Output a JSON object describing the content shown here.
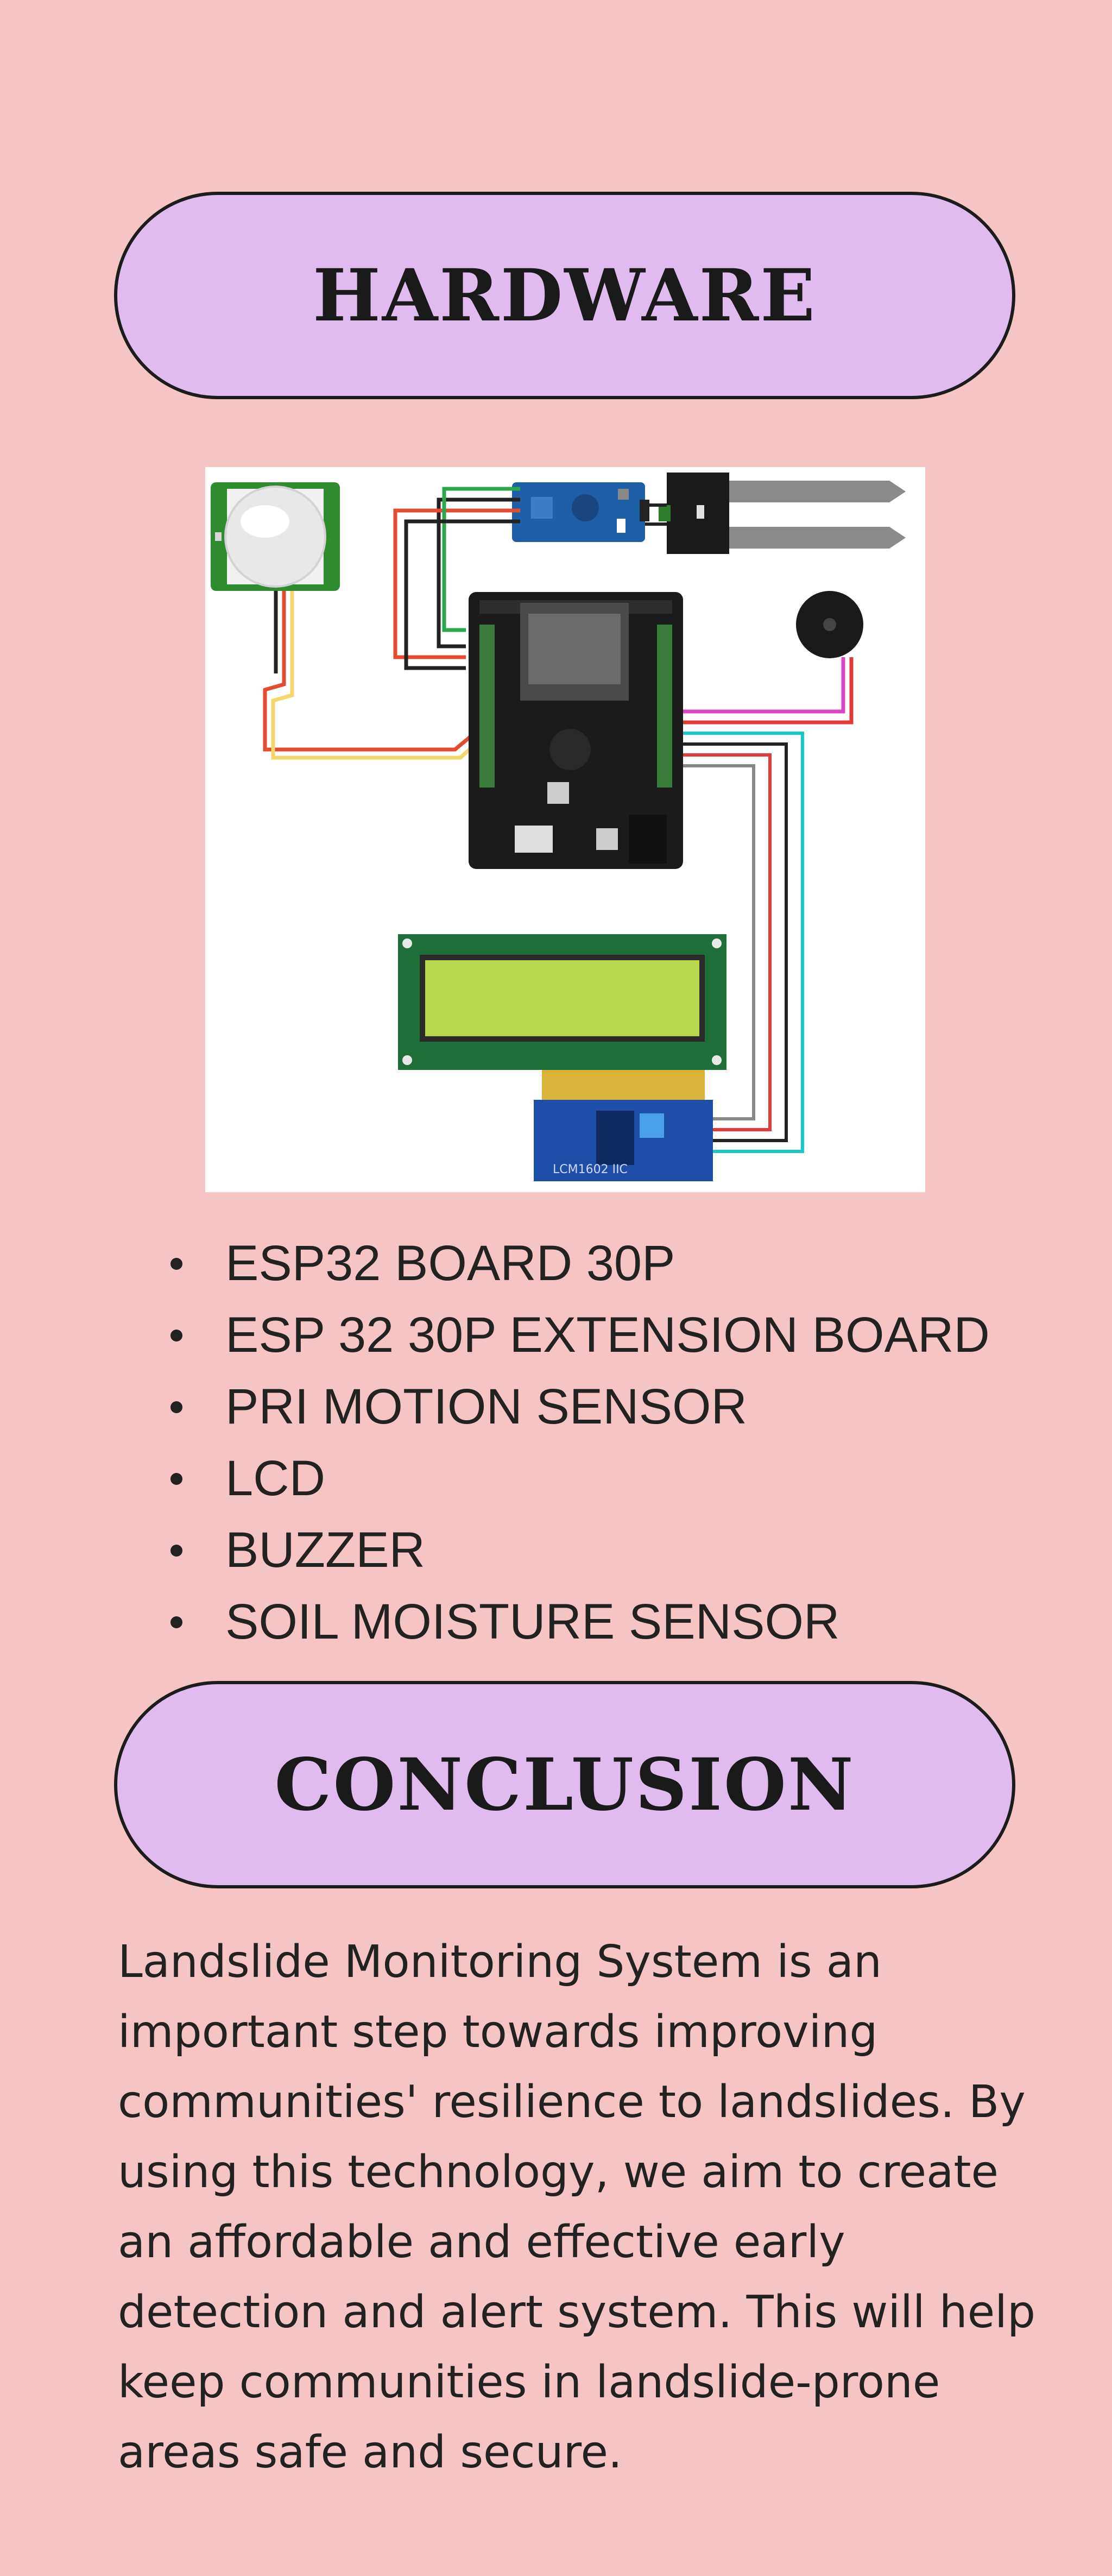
{
  "hardware": {
    "title": "HARDWARE",
    "items": [
      "ESP32 BOARD 30P",
      "ESP 32 30P EXTENSION BOARD",
      "PRI MOTION SENSOR",
      "LCD",
      "BUZZER",
      "SOIL MOISTURE SENSOR"
    ],
    "diagram": {
      "i2c_module_label": "LCM1602 IIC"
    }
  },
  "conclusion": {
    "title": "CONCLUSION",
    "text": "Landslide Monitoring System is an important step towards improving communities' resilience to landslides. By using this technology, we aim to create an affordable and effective early detection and alert system. This will help keep communities in landslide-prone areas safe and secure."
  },
  "colors": {
    "background": "#f5c4c4",
    "pill_fill": "#e0bcee",
    "pill_border": "#1c1c1c",
    "text": "#222222"
  }
}
